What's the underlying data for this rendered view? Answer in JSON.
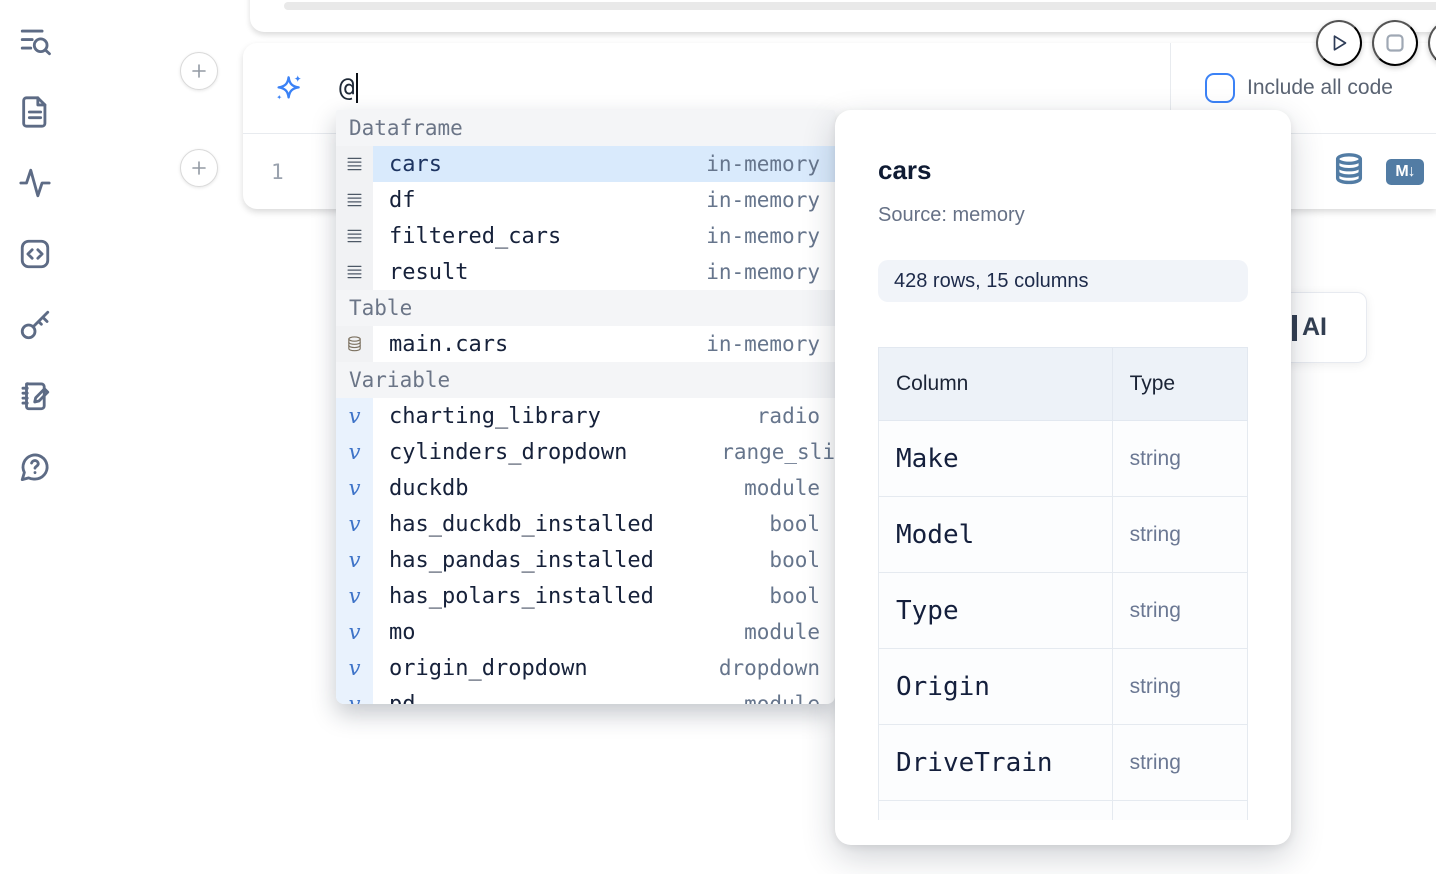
{
  "sidebar": {
    "items": [
      {
        "icon": "toc-search-icon"
      },
      {
        "icon": "file-text-icon"
      },
      {
        "icon": "activity-icon"
      },
      {
        "icon": "code-snippet-icon"
      },
      {
        "icon": "key-icon"
      },
      {
        "icon": "scratchpad-icon"
      },
      {
        "icon": "help-chat-icon"
      }
    ]
  },
  "run_controls": {
    "play_icon": "play-icon",
    "stop_icon": "stop-icon"
  },
  "cell": {
    "ai_prompt": {
      "value": "@",
      "include_all_code_label": "Include all code"
    },
    "code": {
      "line_number": "1"
    },
    "markdown_badge": "M↓"
  },
  "autocomplete": {
    "sections": [
      {
        "label": "Dataframe",
        "items": [
          {
            "name": "cars",
            "type": "in-memory",
            "selected": true
          },
          {
            "name": "df",
            "type": "in-memory"
          },
          {
            "name": "filtered_cars",
            "type": "in-memory"
          },
          {
            "name": "result",
            "type": "in-memory"
          }
        ]
      },
      {
        "label": "Table",
        "items": [
          {
            "name": "main.cars",
            "type": "in-memory"
          }
        ]
      },
      {
        "label": "Variable",
        "items": [
          {
            "name": "charting_library",
            "type": "radio"
          },
          {
            "name": "cylinders_dropdown",
            "type": "range_sli"
          },
          {
            "name": "duckdb",
            "type": "module"
          },
          {
            "name": "has_duckdb_installed",
            "type": "bool"
          },
          {
            "name": "has_pandas_installed",
            "type": "bool"
          },
          {
            "name": "has_polars_installed",
            "type": "bool"
          },
          {
            "name": "mo",
            "type": "module"
          },
          {
            "name": "origin_dropdown",
            "type": "dropdown"
          },
          {
            "name": "pd",
            "type": "module"
          }
        ]
      }
    ]
  },
  "preview": {
    "title": "cars",
    "source": "Source: memory",
    "shape": "428 rows, 15 columns",
    "table": {
      "headers": [
        "Column",
        "Type"
      ],
      "rows": [
        [
          "Make",
          "string"
        ],
        [
          "Model",
          "string"
        ],
        [
          "Type",
          "string"
        ],
        [
          "Origin",
          "string"
        ],
        [
          "DriveTrain",
          "string"
        ]
      ]
    }
  },
  "ai_card": {
    "label": "AI"
  },
  "colors": {
    "accent_blue": "#3b82f6",
    "steel_blue": "#527ca4",
    "selection_bg": "#d9eafc",
    "muted_text": "#64748b",
    "sidebar_icon": "#5d6b85"
  }
}
